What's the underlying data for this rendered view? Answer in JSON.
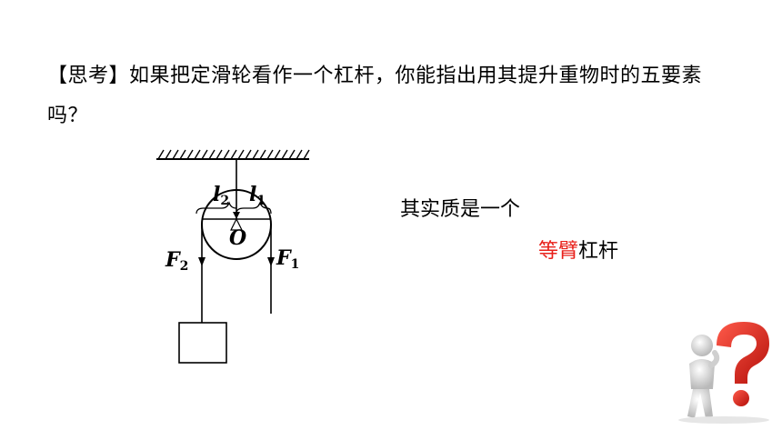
{
  "question": {
    "text": "【思考】如果把定滑轮看作一个杠杆，你能指出用其提升重物时的五要素吗？"
  },
  "diagram": {
    "labels": {
      "l2_base": "l",
      "l2_sub": "2",
      "l1_base": "l",
      "l1_sub": "1",
      "fulcrum": "O",
      "f2_base": "F",
      "f2_sub": "2",
      "f1_base": "F",
      "f1_sub": "1"
    }
  },
  "answer": {
    "prefix": "其实质是一个",
    "highlight": "等臂",
    "suffix": "杠杆",
    "highlight_color": "#e8201a"
  },
  "decoration": {
    "icon": "thinking-person-question-mark-icon",
    "accent_color": "#e8201a"
  }
}
